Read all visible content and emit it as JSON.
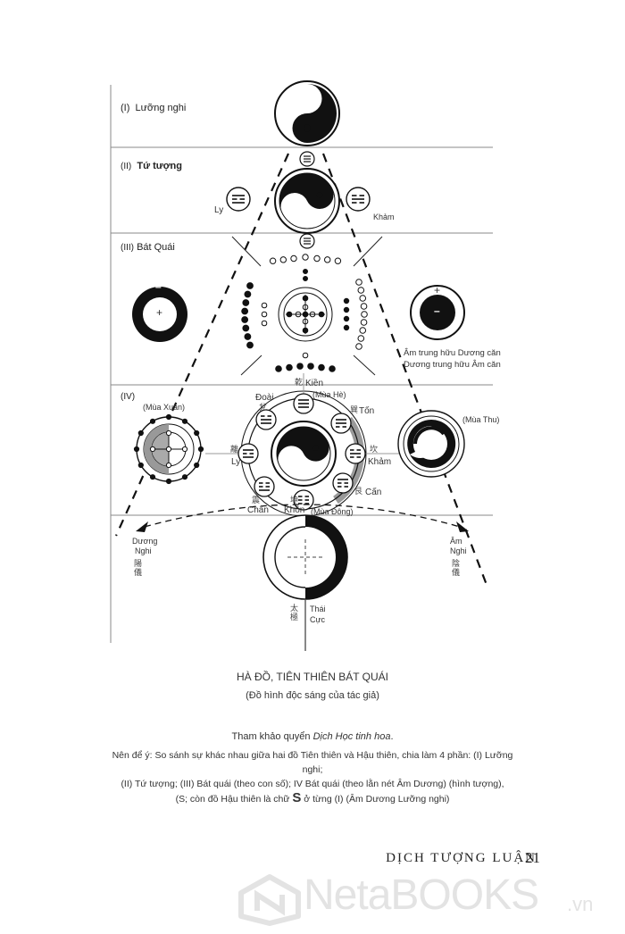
{
  "sections": {
    "s1": {
      "num": "(I)",
      "name": "Lưỡng nghi"
    },
    "s2": {
      "num": "(II)",
      "name": "Tứ tượng"
    },
    "s3": {
      "num": "(III)",
      "name": "Bát Quái"
    },
    "s4": {
      "num": "(IV)"
    }
  },
  "labels": {
    "ly_left": "Ly",
    "kham_right": "Khảm",
    "plus": "+",
    "minus": "–",
    "note_line1": "Âm trung hữu Dương căn",
    "note_line2": "Dương trung hữu Âm căn",
    "mua_xuan": "(Mùa Xuân)",
    "mua_he": "(Mùa Hè)",
    "mua_thu": "(Mùa Thu)",
    "mua_dong": "(Mùa Đông)",
    "kien": "Kiền",
    "kien_han": "乾",
    "doai": "Đoài",
    "doai_han": "兌",
    "ton": "Tốn",
    "ton_han": "巽",
    "ly": "Ly",
    "ly_han": "離",
    "kham": "Khảm",
    "kham_han": "坎",
    "chan": "Chấn",
    "chan_han": "震",
    "khon": "Khôn",
    "khon_han": "坤",
    "can": "Cấn",
    "can_han": "艮",
    "duong_nghi_1": "Dương",
    "duong_nghi_2": "Nghi",
    "duong_nghi_han": "陽儀",
    "am_nghi_1": "Âm",
    "am_nghi_2": "Nghi",
    "am_nghi_han": "陰儀",
    "thai_cuc_1": "Thái",
    "thai_cuc_2": "Cực",
    "thai_cuc_han": "太極"
  },
  "caption": {
    "title": "HÀ ĐỒ, TIÊN THIÊN BÁT QUÁI",
    "subtitle": "(Đồ hình độc sáng của tác giả)"
  },
  "reference": {
    "prefix": "Tham khảo quyển ",
    "book": "Dịch Học tinh hoa",
    "suffix": "."
  },
  "notes": {
    "line1": "Nên để ý: So sánh sự khác nhau giữa hai đồ Tiên thiên và Hậu thiên, chia làm 4 phần: (I) Lưỡng nghi;",
    "line2": "(II) Tứ tượng; (III) Bát quái (theo con số); IV Bát quái (theo lằn nét Âm Dương) (hình tượng),",
    "line3a": "(S; còn đồ Hậu thiên là chữ ",
    "line3_symbol": "S",
    "line3b": " ở từng (I) (Âm Dương Lưỡng nghi)"
  },
  "footer": {
    "running_title": "DỊCH TƯỢNG LUẬN",
    "page_number": "21"
  },
  "watermark": {
    "text": "NetaBOOKS",
    "suffix": ".vn"
  }
}
